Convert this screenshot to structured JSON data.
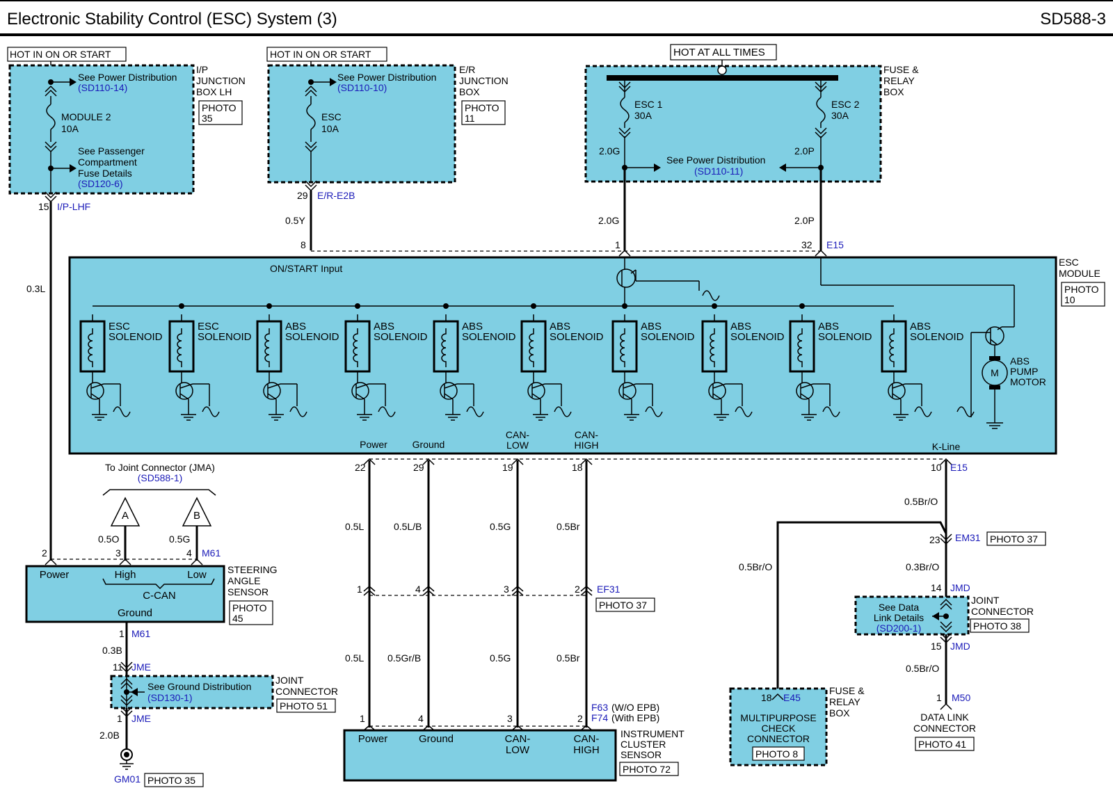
{
  "header": {
    "title": "Electronic Stability Control (ESC) System (3)",
    "code": "SD588-3"
  },
  "ip_junction": {
    "hot": "HOT IN ON OR START",
    "name": [
      "I/P",
      "JUNCTION",
      "BOX LH"
    ],
    "photo": [
      "PHOTO",
      "35"
    ],
    "see_power": "See Power Distribution",
    "see_power_ref": "(SD110-14)",
    "fuse": [
      "MODULE 2",
      "10A"
    ],
    "see_pass": [
      "See Passenger",
      "Compartment",
      "Fuse Details"
    ],
    "see_pass_ref": "(SD120-6)",
    "pin": "15",
    "conn": "I/P-LHF",
    "wire": "0.3L"
  },
  "er_junction": {
    "hot": "HOT IN ON OR START",
    "name": [
      "E/R",
      "JUNCTION",
      "BOX"
    ],
    "photo": [
      "PHOTO",
      "11"
    ],
    "see_power": "See Power Distribution",
    "see_power_ref": "(SD110-10)",
    "fuse": [
      "ESC",
      "10A"
    ],
    "pin": "29",
    "conn": "E/R-E2B",
    "wire": "0.5Y"
  },
  "fuse_relay": {
    "hot": "HOT AT ALL TIMES",
    "name": [
      "FUSE &",
      "RELAY",
      "BOX"
    ],
    "esc1": [
      "ESC 1",
      "30A"
    ],
    "esc2": [
      "ESC 2",
      "30A"
    ],
    "w1": "2.0G",
    "w2": "2.0P",
    "see_power": "See Power Distribution",
    "see_power_ref": "(SD110-11)"
  },
  "esc_module": {
    "name": [
      "ESC",
      "MODULE"
    ],
    "photo": [
      "PHOTO",
      "10"
    ],
    "input": "ON/START Input",
    "pin8": "8",
    "pin1": "1",
    "pin32": "32",
    "conn": "E15",
    "solenoids": [
      {
        "l1": "ESC",
        "l2": "SOLENOID"
      },
      {
        "l1": "ESC",
        "l2": "SOLENOID"
      },
      {
        "l1": "ABS",
        "l2": "SOLENOID"
      },
      {
        "l1": "ABS",
        "l2": "SOLENOID"
      },
      {
        "l1": "ABS",
        "l2": "SOLENOID"
      },
      {
        "l1": "ABS",
        "l2": "SOLENOID"
      },
      {
        "l1": "ABS",
        "l2": "SOLENOID"
      },
      {
        "l1": "ABS",
        "l2": "SOLENOID"
      },
      {
        "l1": "ABS",
        "l2": "SOLENOID"
      },
      {
        "l1": "ABS",
        "l2": "SOLENOID"
      }
    ],
    "motor": "M",
    "pump": [
      "ABS",
      "PUMP",
      "MOTOR"
    ],
    "bottom_labels": [
      "Power",
      "Ground",
      "CAN-",
      "LOW",
      "CAN-",
      "HIGH",
      "K-Line"
    ]
  },
  "bus": {
    "top_pins": [
      "22",
      "29",
      "19",
      "18"
    ],
    "kline_pin": "10",
    "kline_conn": "E15",
    "upper_wires": [
      "0.5L",
      "0.5L/B",
      "0.5G",
      "0.5Br"
    ],
    "mid_pins": [
      "1",
      "4",
      "3",
      "2"
    ],
    "mid_conn": "EF31",
    "mid_photo": "PHOTO 37",
    "lower_wires": [
      "0.5L",
      "0.5Gr/B",
      "0.5G",
      "0.5Br"
    ],
    "bot_pins": [
      "1",
      "4",
      "3",
      "2"
    ],
    "f63": "F63",
    "f63n": "(W/O EPB)",
    "f74": "F74",
    "f74n": "(With EPB)"
  },
  "cluster": {
    "labels": [
      "Power",
      "Ground",
      "CAN-",
      "LOW",
      "CAN-",
      "HIGH"
    ],
    "name": [
      "INSTRUMENT",
      "CLUSTER",
      "SENSOR"
    ],
    "photo": "PHOTO 72"
  },
  "steering": {
    "to_joint": "To Joint Connector (JMA)",
    "to_joint_ref": "(SD588-1)",
    "a": "A",
    "b": "B",
    "wa": "0.5O",
    "wb": "0.5G",
    "pins": [
      "2",
      "3",
      "4"
    ],
    "conn": "M61",
    "labels": [
      "Power",
      "High",
      "Low",
      "C-CAN",
      "Ground"
    ],
    "name": [
      "STEERING",
      "ANGLE",
      "SENSOR"
    ],
    "photo": [
      "PHOTO",
      "45"
    ]
  },
  "ground": {
    "pin1": "1",
    "conn1": "M61",
    "w1": "0.3B",
    "pin11": "11",
    "jme": "JME",
    "see": "See Ground Distribution",
    "see_ref": "(SD130-1)",
    "joint": [
      "JOINT",
      "CONNECTOR"
    ],
    "photo": "PHOTO 51",
    "pin_b": "1",
    "w2": "2.0B",
    "gm": "GM01",
    "gphoto": "PHOTO 35"
  },
  "kline": {
    "w1": "0.5Br/O",
    "pin23": "23",
    "em31": "EM31",
    "em_photo": "PHOTO 37",
    "w2": "0.3Br/O",
    "w_left": "0.5Br/O",
    "pin14": "14",
    "jmd": "JMD",
    "see": [
      "See Data",
      "Link Details"
    ],
    "see_ref": "(SD200-1)",
    "joint": [
      "JOINT",
      "CONNECTOR"
    ],
    "photo": "PHOTO 38",
    "pin15": "15",
    "w3": "0.5Br/O",
    "pin1": "1",
    "m50": "M50",
    "dlc": [
      "DATA LINK",
      "CONNECTOR"
    ],
    "dlc_photo": "PHOTO 41",
    "pin18": "18",
    "e45": "E45",
    "mpc": [
      "MULTIPURPOSE",
      "CHECK",
      "CONNECTOR"
    ],
    "mpc_photo": "PHOTO 8",
    "frb": [
      "FUSE &",
      "RELAY",
      "BOX"
    ]
  }
}
